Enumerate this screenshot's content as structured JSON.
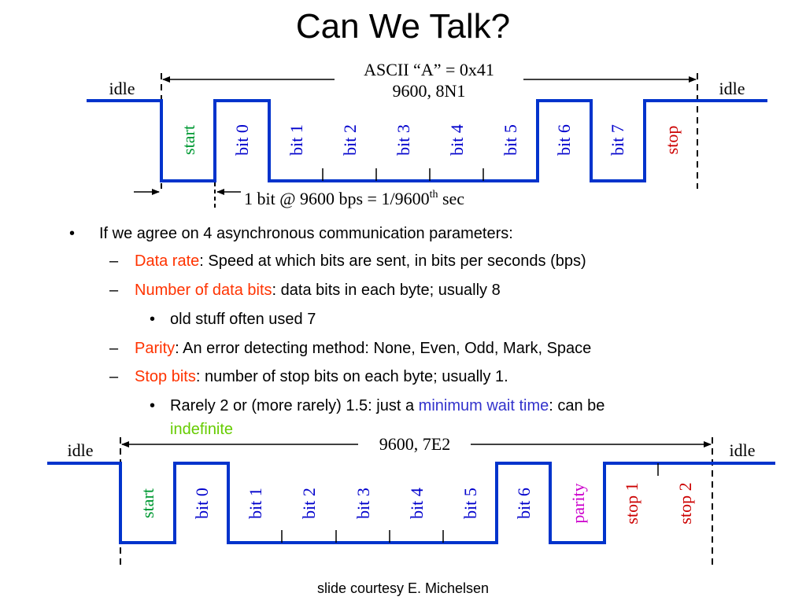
{
  "slide": {
    "title": "Can We Talk?",
    "footer": "slide courtesy E. Michelsen"
  },
  "colors": {
    "wave": "#0033cc",
    "start": "#009933",
    "data": "#0000cc",
    "stop": "#cc0000",
    "parity": "#cc00cc",
    "highlight_red": "#ff3300",
    "highlight_blue": "#3333cc",
    "highlight_green": "#66cc00"
  },
  "diagram1": {
    "caption_line1": "ASCII “A” = 0x41",
    "caption_line2": "9600, 8N1",
    "idle_left": "idle",
    "idle_right": "idle",
    "bits": [
      "start",
      "bit 0",
      "bit 1",
      "bit 2",
      "bit 3",
      "bit 4",
      "bit 5",
      "bit 6",
      "bit 7",
      "stop"
    ],
    "bit_levels": [
      0,
      1,
      0,
      0,
      0,
      0,
      0,
      1,
      0,
      1
    ],
    "bit_time_label": "1 bit @ 9600 bps = 1/9600",
    "bit_time_sup": "th",
    "bit_time_suffix": " sec"
  },
  "diagram2": {
    "caption": "9600, 7E2",
    "idle_left": "idle",
    "idle_right": "idle",
    "bits": [
      "start",
      "bit 0",
      "bit 1",
      "bit 2",
      "bit 3",
      "bit 4",
      "bit 5",
      "bit 6",
      "parity",
      "stop 1",
      "stop 2"
    ],
    "bit_levels": [
      0,
      1,
      0,
      0,
      0,
      0,
      0,
      1,
      0,
      1,
      1
    ]
  },
  "bullets": {
    "intro": "If we agree on 4 asynchronous communication parameters:",
    "data_rate_term": "Data rate",
    "data_rate_text": ": Speed at which bits are sent, in bits per seconds (bps)",
    "data_bits_term": "Number of data bits",
    "data_bits_text": ": data bits in each byte; usually 8",
    "data_bits_sub": "old stuff often used 7",
    "parity_term": "Parity",
    "parity_text": ": An error detecting method: None, Even, Odd, Mark, Space",
    "stop_bits_term": "Stop bits",
    "stop_bits_text": ": number of stop bits on each byte; usually 1.",
    "stop_sub_before": "Rarely 2 or (more rarely) 1.5: just a ",
    "stop_sub_term": "minimum wait time",
    "stop_sub_after": ": can be",
    "stop_sub_last": "indefinite"
  }
}
